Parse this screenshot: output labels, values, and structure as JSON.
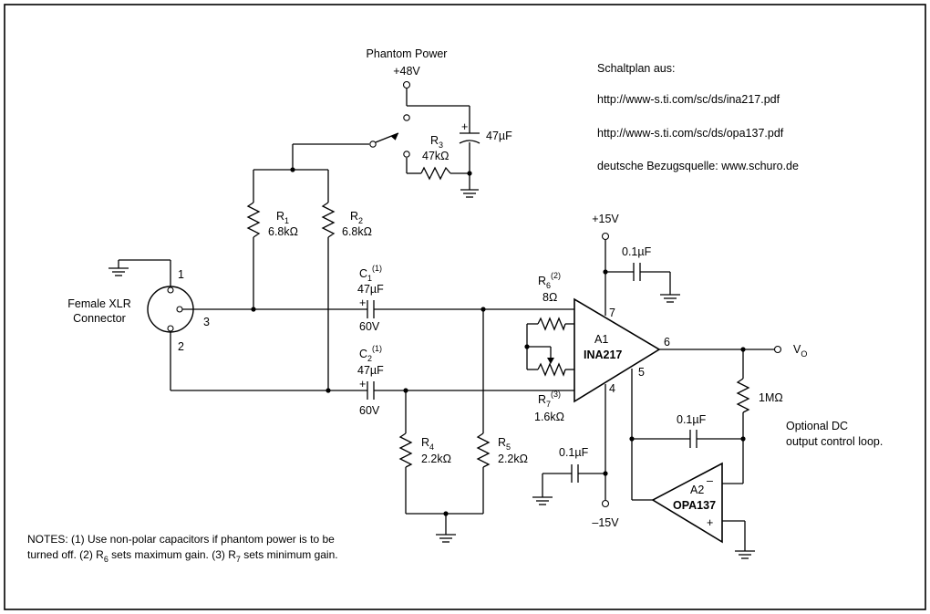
{
  "phantom": {
    "title": "Phantom Power",
    "voltage": "+48V"
  },
  "source": {
    "line1": "Schaltplan aus:",
    "line2": "http://www-s.ti.com/sc/ds/ina217.pdf",
    "line3": "http://www-s.ti.com/sc/ds/opa137.pdf",
    "line4": "deutsche Bezugsquelle: www.schuro.de"
  },
  "xlr": {
    "label1": "Female XLR",
    "label2": "Connector",
    "pin1": "1",
    "pin2": "2",
    "pin3": "3"
  },
  "r1": {
    "name": "R",
    "sub": "1",
    "value": "6.8kΩ"
  },
  "r2": {
    "name": "R",
    "sub": "2",
    "value": "6.8kΩ"
  },
  "r3": {
    "name": "R",
    "sub": "3",
    "value": "47kΩ"
  },
  "c3": {
    "value": "47µF",
    "plus": "+"
  },
  "c1": {
    "name": "C",
    "sub": "1",
    "sup": "(1)",
    "value": "47µF",
    "voltage": "60V",
    "plus": "+"
  },
  "c2": {
    "name": "C",
    "sub": "2",
    "sup": "(1)",
    "value": "47µF",
    "voltage": "60V",
    "plus": "+"
  },
  "r4": {
    "name": "R",
    "sub": "4",
    "value": "2.2kΩ"
  },
  "r5": {
    "name": "R",
    "sub": "5",
    "value": "2.2kΩ"
  },
  "r6": {
    "name": "R",
    "sub": "6",
    "sup": "(2)",
    "value": "8Ω"
  },
  "r7": {
    "name": "R",
    "sub": "7",
    "sup": "(3)",
    "value": "1.6kΩ"
  },
  "supply": {
    "pos": "+15V",
    "neg": "–15V"
  },
  "cpos": {
    "value": "0.1µF"
  },
  "cneg": {
    "value": "0.1µF"
  },
  "a1": {
    "ref": "A1",
    "part": "INA217",
    "pin7": "7",
    "pin6": "6",
    "pin5": "5",
    "pin4": "4"
  },
  "output": {
    "label": "V",
    "sub": "O"
  },
  "rfb": {
    "value": "1MΩ"
  },
  "cfb": {
    "value": "0.1µF"
  },
  "a2": {
    "ref": "A2",
    "part": "OPA137",
    "minus": "–",
    "plus": "+"
  },
  "optional": {
    "line1": "Optional DC",
    "line2": "output control loop."
  },
  "notes": {
    "line1": "NOTES: (1) Use non-polar capacitors if phantom power is to be",
    "line2a": "turned off. (2) R",
    "line2b": "6",
    "line2c": " sets maximum gain. (3) R",
    "line2d": "7",
    "line2e": " sets minimum gain."
  }
}
